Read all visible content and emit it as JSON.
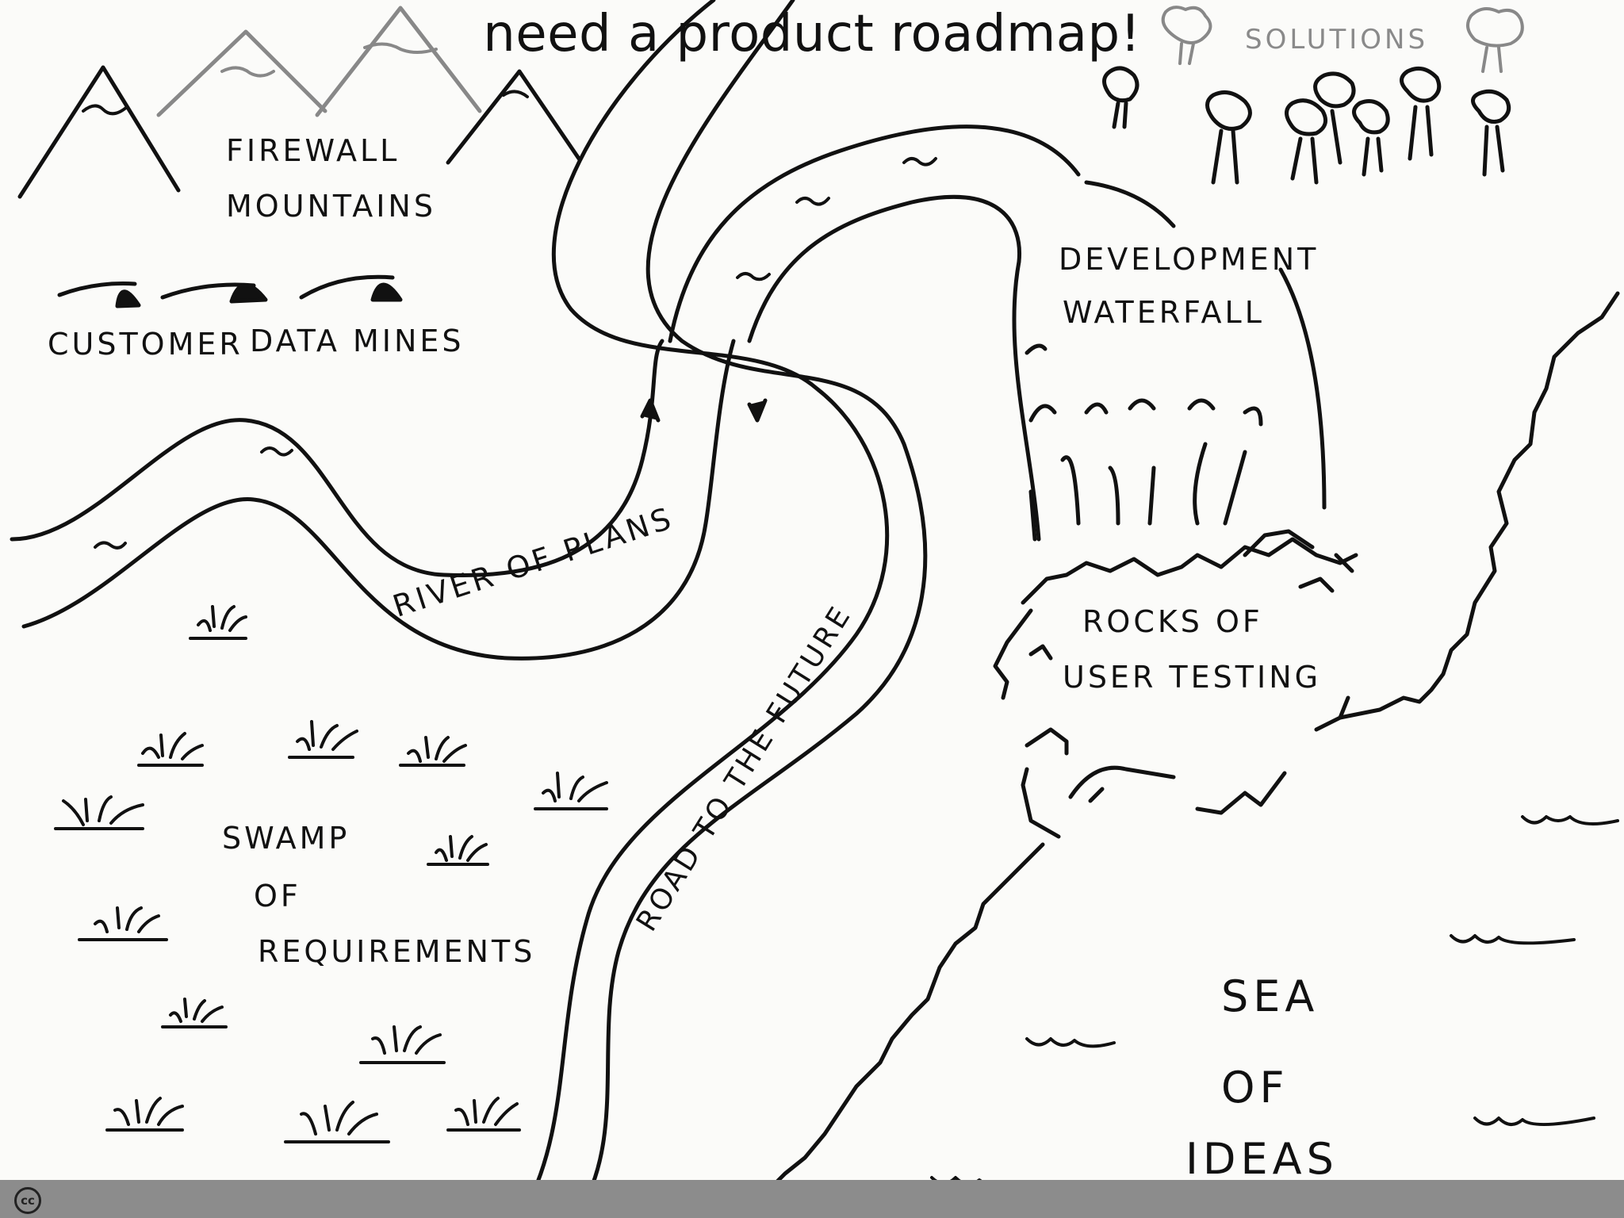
{
  "title": "need a product roadmap!",
  "labels": {
    "firewall_mountains_1": "FIREWALL",
    "firewall_mountains_2": "MOUNTAINS",
    "customer_data_mines_1": "CUSTOMER",
    "customer_data_mines_2": "DATA MINES",
    "solutions": "SOLUTIONS",
    "development_waterfall_1": "DEVELOPMENT",
    "development_waterfall_2": "WATERFALL",
    "river_of_plans": "RIVER OF PLANS",
    "road_to_the_future": "ROAD TO THE FUTURE",
    "rocks_1": "ROCKS OF",
    "rocks_2": "USER TESTING",
    "swamp_1": "SWAMP",
    "swamp_2": "OF",
    "swamp_3": "REQUIREMENTS",
    "sea_1": "SEA",
    "sea_2": "OF",
    "sea_3": "IDEAS"
  },
  "footer": {
    "license_icon_text": "cc"
  }
}
